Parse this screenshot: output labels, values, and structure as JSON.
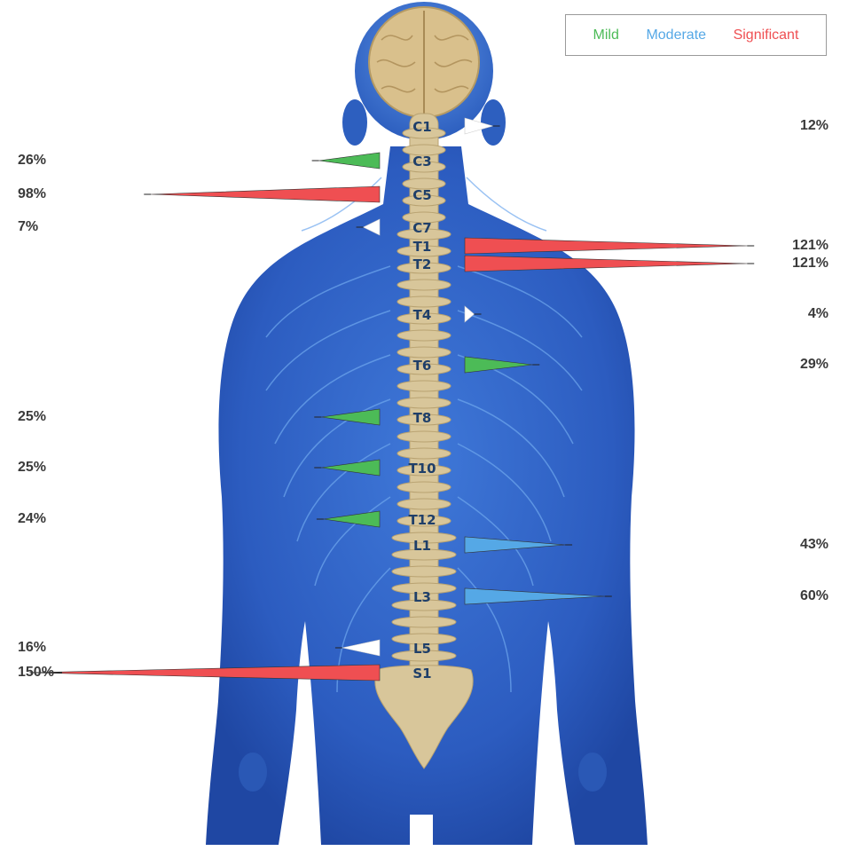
{
  "legend": {
    "mild": {
      "label": "Mild",
      "color": "#4cbb57"
    },
    "moderate": {
      "label": "Moderate",
      "color": "#55a8e6"
    },
    "significant": {
      "label": "Significant",
      "color": "#ef4f52"
    }
  },
  "colors": {
    "none": "#ffffff",
    "body": "#2d5fbf",
    "bone": "#d8c69a",
    "label": "#1f3f69"
  },
  "vertebrae": [
    {
      "label": "C1",
      "side": "right",
      "value": "12%",
      "percent": 12,
      "level": "none"
    },
    {
      "label": "C3",
      "side": "left",
      "value": "26%",
      "percent": 26,
      "level": "mild"
    },
    {
      "label": "C5",
      "side": "left",
      "value": "98%",
      "percent": 98,
      "level": "significant"
    },
    {
      "label": "C7",
      "side": "left",
      "value": "7%",
      "percent": 7,
      "level": "none"
    },
    {
      "label": "T1",
      "side": "right",
      "value": "121%",
      "percent": 121,
      "level": "significant"
    },
    {
      "label": "T2",
      "side": "right",
      "value": "121%",
      "percent": 121,
      "level": "significant"
    },
    {
      "label": "T4",
      "side": "right",
      "value": "4%",
      "percent": 4,
      "level": "none"
    },
    {
      "label": "T6",
      "side": "right",
      "value": "29%",
      "percent": 29,
      "level": "mild"
    },
    {
      "label": "T8",
      "side": "left",
      "value": "25%",
      "percent": 25,
      "level": "mild"
    },
    {
      "label": "T10",
      "side": "left",
      "value": "25%",
      "percent": 25,
      "level": "mild"
    },
    {
      "label": "T12",
      "side": "left",
      "value": "24%",
      "percent": 24,
      "level": "mild"
    },
    {
      "label": "L1",
      "side": "right",
      "value": "43%",
      "percent": 43,
      "level": "moderate"
    },
    {
      "label": "L3",
      "side": "right",
      "value": "60%",
      "percent": 60,
      "level": "moderate"
    },
    {
      "label": "L5",
      "side": "left",
      "value": "16%",
      "percent": 16,
      "level": "none"
    },
    {
      "label": "S1",
      "side": "left",
      "value": "150%",
      "percent": 150,
      "level": "significant"
    }
  ]
}
